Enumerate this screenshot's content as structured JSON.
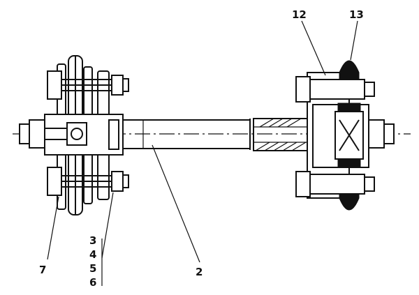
{
  "diagram": {
    "callouts": {
      "c2": "2",
      "c3": "3",
      "c4": "4",
      "c5": "5",
      "c6": "6",
      "c7": "7",
      "c12": "12",
      "c13": "13"
    }
  }
}
